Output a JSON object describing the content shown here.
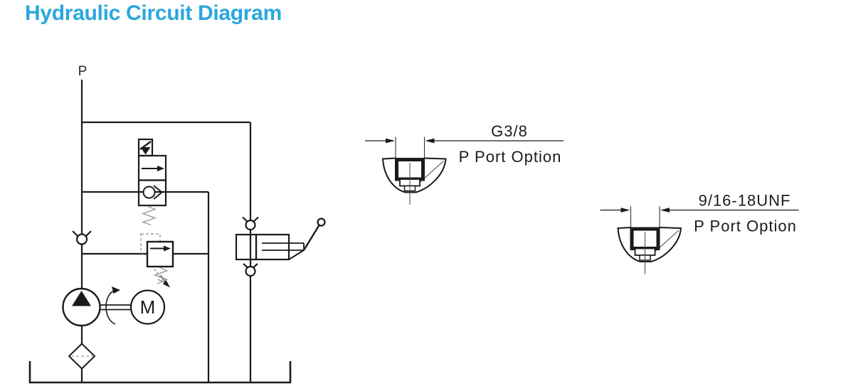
{
  "title": {
    "text": "Hydraulic Circuit Diagram",
    "color": "#2AA7DD"
  },
  "colors": {
    "line": "#1b1b1b",
    "thin_line": "#3a3a3a",
    "spring_gray": "#999999",
    "dashed_gray": "#8a8a8a",
    "background": "#ffffff"
  },
  "circuit": {
    "pressure_port_label": "P",
    "motor_label": "M",
    "components": [
      "pressure-line",
      "check-valve",
      "solenoid-release-valve-with-check",
      "adjustable-relief-valve",
      "fixed-displacement-pump",
      "electric-motor",
      "coupling-shaft",
      "suction-filter",
      "hand-pump-with-check-valves",
      "reservoir"
    ]
  },
  "ports": [
    {
      "size_label": "G3/8",
      "option_label": "P Port Option"
    },
    {
      "size_label": "9/16-18UNF",
      "option_label": "P Port Option"
    }
  ]
}
